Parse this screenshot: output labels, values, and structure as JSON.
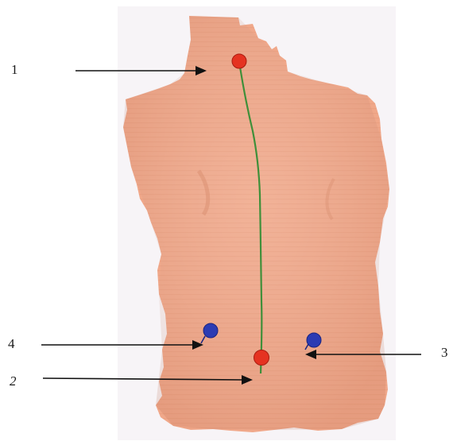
{
  "figure": {
    "background_color": "#ffffff",
    "skin_color": "#f0a88a",
    "spine_line_color": "#3f8f3a",
    "vertebra_marker_color": "#e53321",
    "pelvic_marker_color": "#2b3bb3",
    "arrow_color": "#111111",
    "icons": [
      "torso-scan",
      "spine-line",
      "marker-dot",
      "pointer-arrow"
    ]
  },
  "labels": {
    "one": "1",
    "two": "2",
    "three": "3",
    "four": "4"
  }
}
